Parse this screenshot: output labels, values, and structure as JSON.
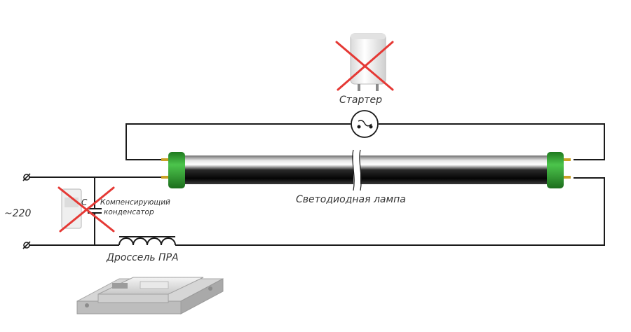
{
  "labels": {
    "starter": "Стартер",
    "led_lamp": "Светодиодная лампа",
    "capacitor_line1": "Компенсирующий",
    "capacitor_line2": "конденсатор",
    "capacitor_symbol": "C",
    "voltage": "~220",
    "choke": "Дроссель ПРА"
  },
  "colors": {
    "wire": "#1a1a1a",
    "lamp_cap": "#2fa12f",
    "cross": "#e53935",
    "text": "#333333"
  },
  "icons": {
    "terminal": "terminal-circle-slash-icon",
    "starter_symbol": "starter-symbol-icon",
    "starter_photo": "starter-photo",
    "capacitor_photo": "capacitor-photo",
    "ballast_photo": "ballast-photo"
  }
}
